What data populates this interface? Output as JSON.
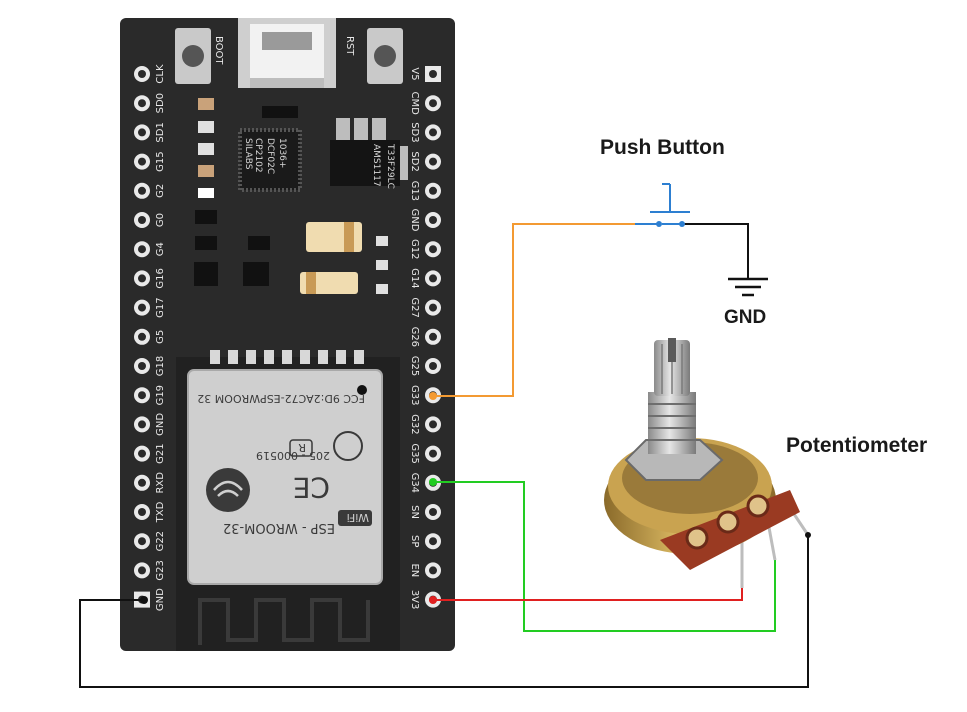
{
  "labels": {
    "push_button": "Push Button",
    "gnd": "GND",
    "potentiometer": "Potentiometer"
  },
  "board": {
    "buttons": {
      "boot": "BOOT",
      "rst": "RST"
    },
    "left_pins": [
      "CLK",
      "SD0",
      "SD1",
      "G15",
      "G2",
      "G0",
      "G4",
      "G16",
      "G17",
      "G5",
      "G18",
      "G19",
      "GND",
      "G21",
      "RXD",
      "TXD",
      "G22",
      "G23",
      "GND"
    ],
    "right_pins": [
      "V5",
      "CMD",
      "SD3",
      "SD2",
      "G13",
      "GND",
      "G12",
      "G14",
      "G27",
      "G26",
      "G25",
      "G33",
      "G32",
      "G35",
      "G34",
      "SN",
      "SP",
      "EN",
      "3V3"
    ],
    "usb_chip": [
      "CP2102",
      "SILABS",
      "DCF02C",
      "1036+"
    ],
    "regulator": [
      "AMS1117",
      "T33F29LC"
    ],
    "module": {
      "fcc": "FCC 9D:2AC72-ESPWROOM 32",
      "cert": "205 - 000519",
      "r_mark": "R",
      "ce": "CE",
      "brand": "ESP - WROOM-32",
      "wifi": "WiFi"
    }
  },
  "wires": {
    "button_signal": "#f39a32",
    "pot_vcc": "#e02020",
    "pot_signal": "#22cc22",
    "ground": "#111111",
    "button_symbol": "#2d7fd1"
  }
}
